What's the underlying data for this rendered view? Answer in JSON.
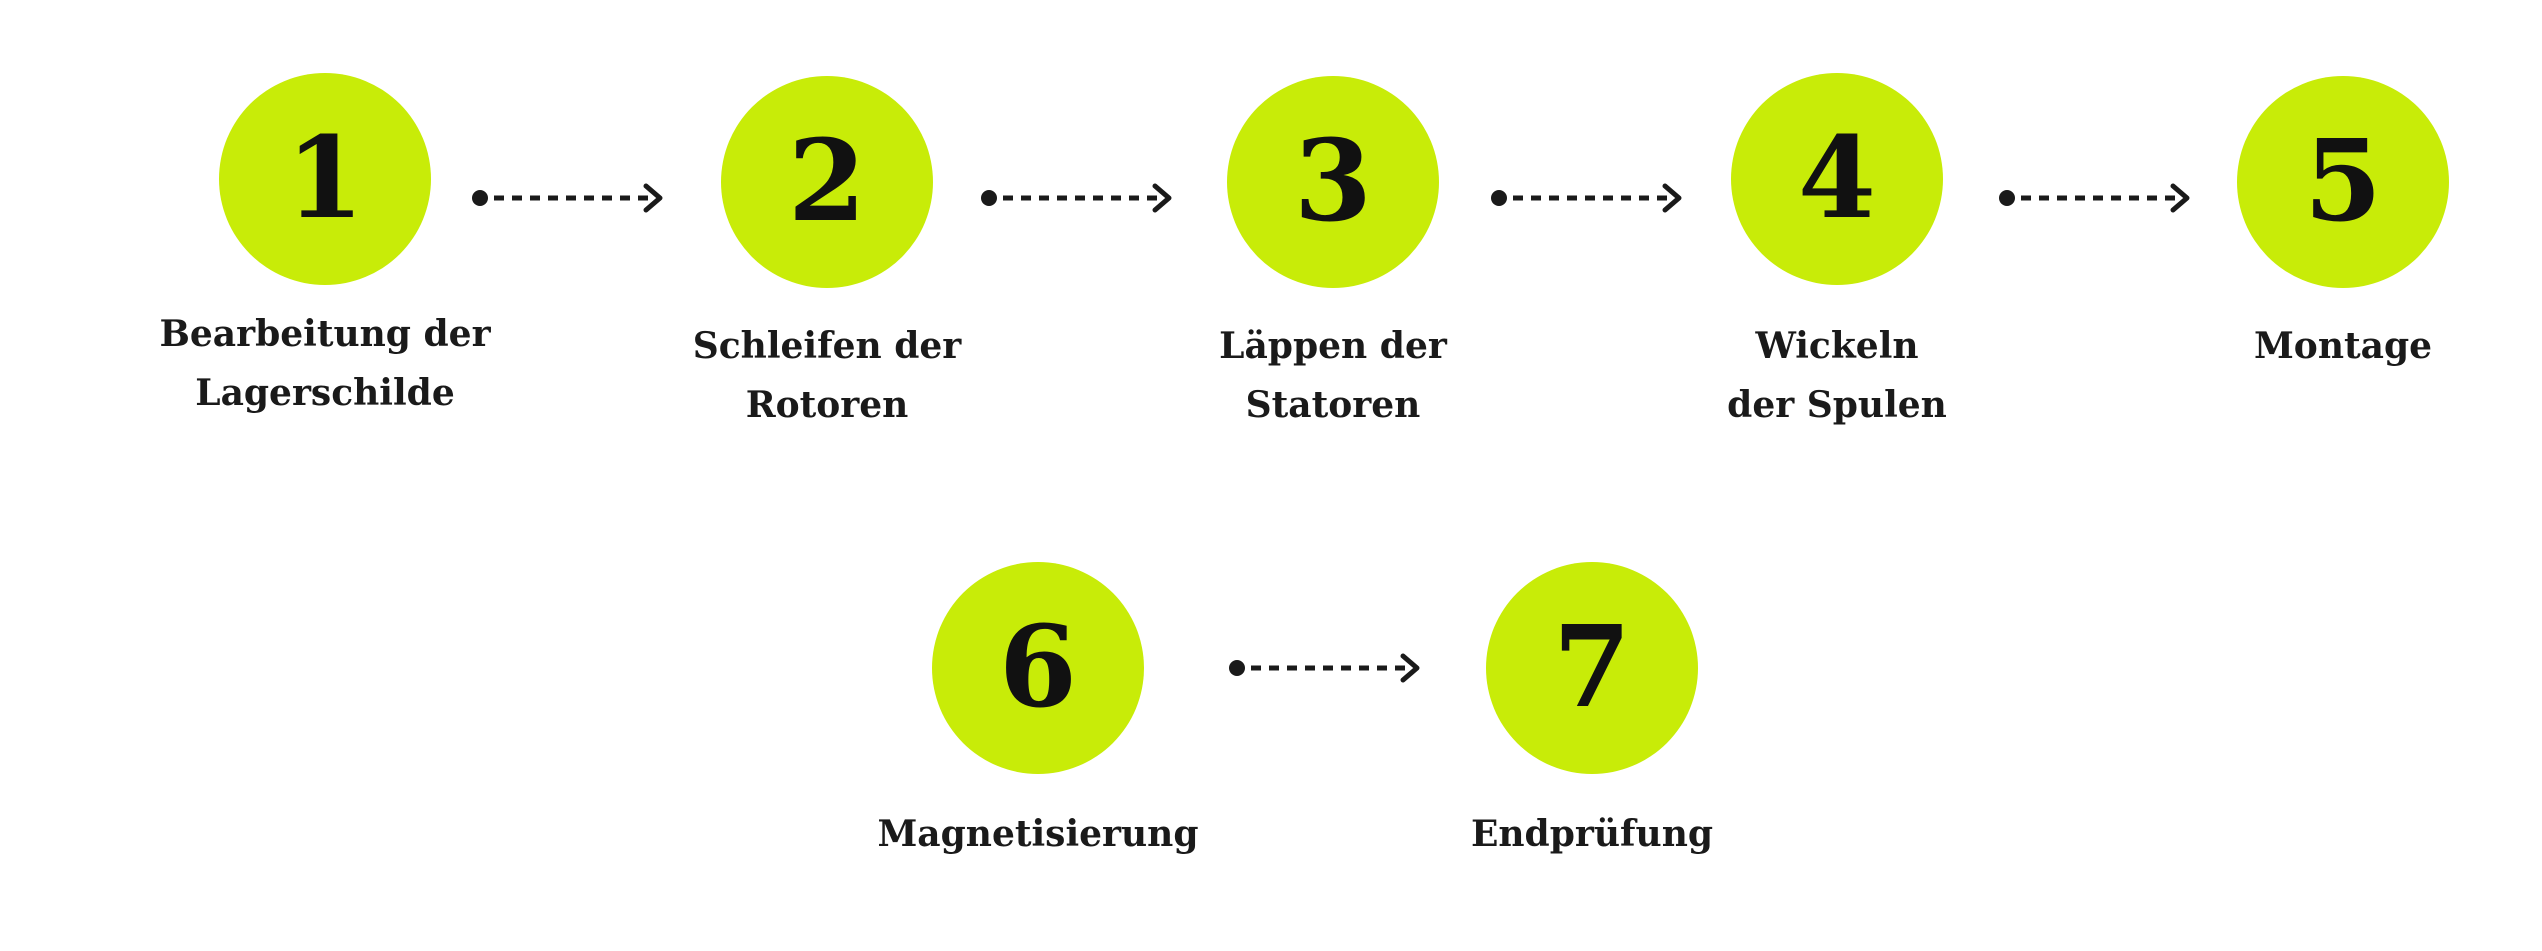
{
  "colors": {
    "circle": "#c8ec08",
    "text": "#1a1a1a",
    "arrow": "#1a1a1a"
  },
  "icons": {
    "connector": "dotted-arrow-icon"
  },
  "steps": [
    {
      "number": "1",
      "label": "Bearbeitung der\nLagerschilde"
    },
    {
      "number": "2",
      "label": "Schleifen der\nRotoren"
    },
    {
      "number": "3",
      "label": "Läppen der\nStatoren"
    },
    {
      "number": "4",
      "label": "Wickeln\nder Spulen"
    },
    {
      "number": "5",
      "label": "Montage"
    },
    {
      "number": "6",
      "label": "Magnetisierung"
    },
    {
      "number": "7",
      "label": "Endprüfung"
    }
  ]
}
